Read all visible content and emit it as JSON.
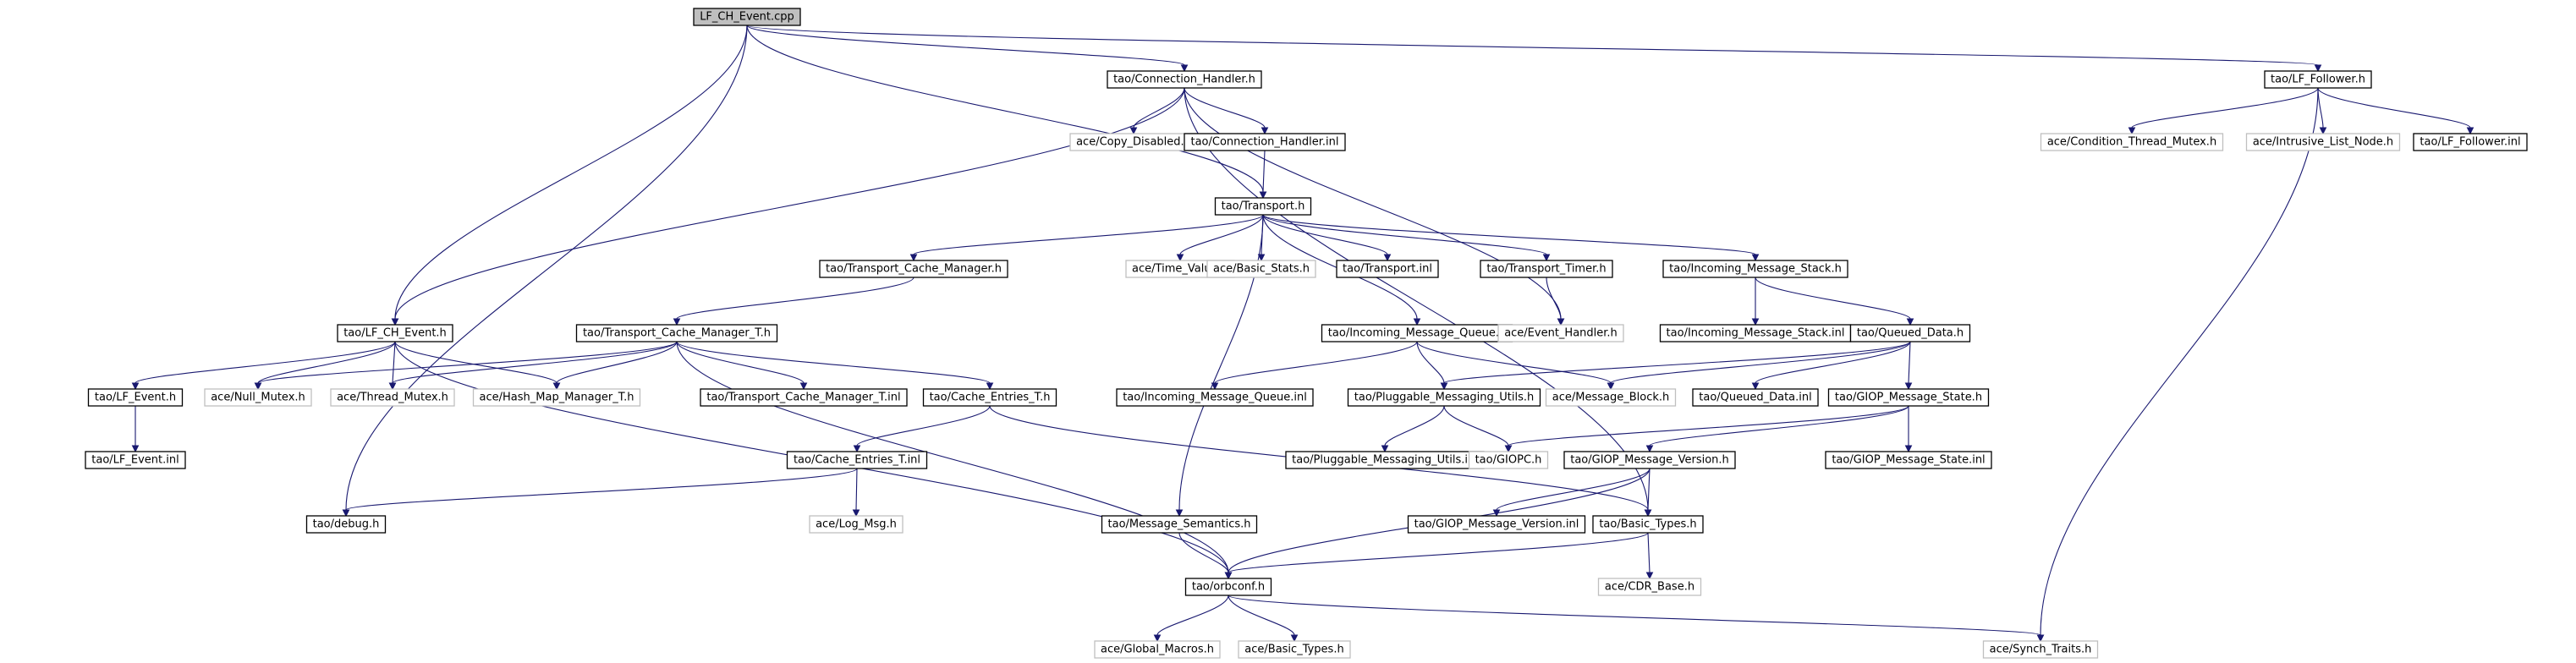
{
  "graph": {
    "title": "LF_CH_Event.cpp",
    "colors": {
      "edge": "#191970",
      "node_border": "#000000",
      "missing_node_border": "#bfbfbf",
      "root_fill": "#bfbfbf",
      "background": "#ffffff"
    },
    "nodes": [
      {
        "id": "cpp",
        "label": "LF_CH_Event.cpp",
        "kind": "root"
      },
      {
        "id": "conn_h",
        "label": "tao/Connection_Handler.h",
        "kind": "normal"
      },
      {
        "id": "lff_h",
        "label": "tao/LF_Follower.h",
        "kind": "normal"
      },
      {
        "id": "copy_dis",
        "label": "ace/Copy_Disabled.h",
        "kind": "missing"
      },
      {
        "id": "conn_inl",
        "label": "tao/Connection_Handler.inl",
        "kind": "normal"
      },
      {
        "id": "cond_mutex",
        "label": "ace/Condition_Thread_Mutex.h",
        "kind": "missing"
      },
      {
        "id": "intr_list",
        "label": "ace/Intrusive_List_Node.h",
        "kind": "missing"
      },
      {
        "id": "lff_inl",
        "label": "tao/LF_Follower.inl",
        "kind": "normal"
      },
      {
        "id": "transport_h",
        "label": "tao/Transport.h",
        "kind": "normal"
      },
      {
        "id": "tcm_h",
        "label": "tao/Transport_Cache_Manager.h",
        "kind": "normal"
      },
      {
        "id": "time_value",
        "label": "ace/Time_Value.h",
        "kind": "missing"
      },
      {
        "id": "basic_stats",
        "label": "ace/Basic_Stats.h",
        "kind": "missing"
      },
      {
        "id": "transport_inl",
        "label": "tao/Transport.inl",
        "kind": "normal"
      },
      {
        "id": "transport_timer",
        "label": "tao/Transport_Timer.h",
        "kind": "normal"
      },
      {
        "id": "ims_h",
        "label": "tao/Incoming_Message_Stack.h",
        "kind": "normal"
      },
      {
        "id": "lfch_h",
        "label": "tao/LF_CH_Event.h",
        "kind": "normal"
      },
      {
        "id": "tcmt_h",
        "label": "tao/Transport_Cache_Manager_T.h",
        "kind": "normal"
      },
      {
        "id": "imq_h",
        "label": "tao/Incoming_Message_Queue.h",
        "kind": "normal"
      },
      {
        "id": "event_handler",
        "label": "ace/Event_Handler.h",
        "kind": "missing"
      },
      {
        "id": "ims_inl",
        "label": "tao/Incoming_Message_Stack.inl",
        "kind": "normal"
      },
      {
        "id": "queued_h",
        "label": "tao/Queued_Data.h",
        "kind": "normal"
      },
      {
        "id": "lfe_h",
        "label": "tao/LF_Event.h",
        "kind": "normal"
      },
      {
        "id": "null_mutex",
        "label": "ace/Null_Mutex.h",
        "kind": "missing"
      },
      {
        "id": "thread_mutex",
        "label": "ace/Thread_Mutex.h",
        "kind": "missing"
      },
      {
        "id": "hash_map",
        "label": "ace/Hash_Map_Manager_T.h",
        "kind": "missing"
      },
      {
        "id": "tcmt_inl",
        "label": "tao/Transport_Cache_Manager_T.inl",
        "kind": "normal"
      },
      {
        "id": "cet_h",
        "label": "tao/Cache_Entries_T.h",
        "kind": "normal"
      },
      {
        "id": "imq_inl",
        "label": "tao/Incoming_Message_Queue.inl",
        "kind": "normal"
      },
      {
        "id": "pmu_h",
        "label": "tao/Pluggable_Messaging_Utils.h",
        "kind": "normal"
      },
      {
        "id": "msg_block",
        "label": "ace/Message_Block.h",
        "kind": "missing"
      },
      {
        "id": "queued_inl",
        "label": "tao/Queued_Data.inl",
        "kind": "normal"
      },
      {
        "id": "gms_h",
        "label": "tao/GIOP_Message_State.h",
        "kind": "normal"
      },
      {
        "id": "lfe_inl",
        "label": "tao/LF_Event.inl",
        "kind": "normal"
      },
      {
        "id": "cet_inl",
        "label": "tao/Cache_Entries_T.inl",
        "kind": "normal"
      },
      {
        "id": "pmu_inl",
        "label": "tao/Pluggable_Messaging_Utils.inl",
        "kind": "normal"
      },
      {
        "id": "giopc_h",
        "label": "tao/GIOPC.h",
        "kind": "missing"
      },
      {
        "id": "gmv_h",
        "label": "tao/GIOP_Message_Version.h",
        "kind": "normal"
      },
      {
        "id": "gms_inl",
        "label": "tao/GIOP_Message_State.inl",
        "kind": "normal"
      },
      {
        "id": "debug_h",
        "label": "tao/debug.h",
        "kind": "normal"
      },
      {
        "id": "log_msg",
        "label": "ace/Log_Msg.h",
        "kind": "missing"
      },
      {
        "id": "msg_sem",
        "label": "tao/Message_Semantics.h",
        "kind": "normal"
      },
      {
        "id": "gmv_inl",
        "label": "tao/GIOP_Message_Version.inl",
        "kind": "normal"
      },
      {
        "id": "basic_types_tao",
        "label": "tao/Basic_Types.h",
        "kind": "normal"
      },
      {
        "id": "orbconf",
        "label": "tao/orbconf.h",
        "kind": "normal"
      },
      {
        "id": "cdr_base",
        "label": "ace/CDR_Base.h",
        "kind": "missing"
      },
      {
        "id": "global_macros",
        "label": "ace/Global_Macros.h",
        "kind": "missing"
      },
      {
        "id": "basic_types_ace",
        "label": "ace/Basic_Types.h",
        "kind": "missing"
      },
      {
        "id": "synch_traits",
        "label": "ace/Synch_Traits.h",
        "kind": "missing"
      }
    ],
    "edges": [
      [
        "cpp",
        "conn_h"
      ],
      [
        "cpp",
        "lff_h"
      ],
      [
        "cpp",
        "transport_h"
      ],
      [
        "cpp",
        "lfch_h"
      ],
      [
        "cpp",
        "debug_h"
      ],
      [
        "conn_h",
        "copy_dis"
      ],
      [
        "conn_h",
        "conn_inl"
      ],
      [
        "conn_h",
        "lfch_h"
      ],
      [
        "conn_h",
        "event_handler"
      ],
      [
        "conn_h",
        "basic_types_tao"
      ],
      [
        "conn_inl",
        "transport_h"
      ],
      [
        "lff_h",
        "cond_mutex"
      ],
      [
        "lff_h",
        "intr_list"
      ],
      [
        "lff_h",
        "lff_inl"
      ],
      [
        "lff_h",
        "synch_traits"
      ],
      [
        "transport_h",
        "tcm_h"
      ],
      [
        "transport_h",
        "time_value"
      ],
      [
        "transport_h",
        "basic_stats"
      ],
      [
        "transport_h",
        "transport_inl"
      ],
      [
        "transport_h",
        "transport_timer"
      ],
      [
        "transport_h",
        "ims_h"
      ],
      [
        "transport_h",
        "imq_h"
      ],
      [
        "transport_h",
        "msg_sem"
      ],
      [
        "tcm_h",
        "tcmt_h"
      ],
      [
        "transport_timer",
        "event_handler"
      ],
      [
        "ims_h",
        "ims_inl"
      ],
      [
        "ims_h",
        "queued_h"
      ],
      [
        "lfch_h",
        "lfe_h"
      ],
      [
        "lfch_h",
        "null_mutex"
      ],
      [
        "lfch_h",
        "thread_mutex"
      ],
      [
        "lfch_h",
        "hash_map"
      ],
      [
        "lfch_h",
        "orbconf"
      ],
      [
        "tcmt_h",
        "null_mutex"
      ],
      [
        "tcmt_h",
        "thread_mutex"
      ],
      [
        "tcmt_h",
        "hash_map"
      ],
      [
        "tcmt_h",
        "tcmt_inl"
      ],
      [
        "tcmt_h",
        "cet_h"
      ],
      [
        "tcmt_h",
        "orbconf"
      ],
      [
        "imq_h",
        "imq_inl"
      ],
      [
        "imq_h",
        "pmu_h"
      ],
      [
        "imq_h",
        "msg_block"
      ],
      [
        "queued_h",
        "msg_block"
      ],
      [
        "queued_h",
        "queued_inl"
      ],
      [
        "queued_h",
        "gms_h"
      ],
      [
        "queued_h",
        "pmu_h"
      ],
      [
        "lfe_h",
        "lfe_inl"
      ],
      [
        "cet_h",
        "cet_inl"
      ],
      [
        "cet_h",
        "basic_types_tao"
      ],
      [
        "pmu_h",
        "pmu_inl"
      ],
      [
        "pmu_h",
        "giopc_h"
      ],
      [
        "gms_h",
        "giopc_h"
      ],
      [
        "gms_h",
        "gmv_h"
      ],
      [
        "gms_h",
        "gms_inl"
      ],
      [
        "cet_inl",
        "debug_h"
      ],
      [
        "cet_inl",
        "log_msg"
      ],
      [
        "gmv_h",
        "gmv_inl"
      ],
      [
        "gmv_h",
        "basic_types_tao"
      ],
      [
        "gmv_h",
        "orbconf"
      ],
      [
        "msg_sem",
        "orbconf"
      ],
      [
        "basic_types_tao",
        "orbconf"
      ],
      [
        "basic_types_tao",
        "cdr_base"
      ],
      [
        "orbconf",
        "global_macros"
      ],
      [
        "orbconf",
        "basic_types_ace"
      ],
      [
        "orbconf",
        "synch_traits"
      ]
    ]
  }
}
